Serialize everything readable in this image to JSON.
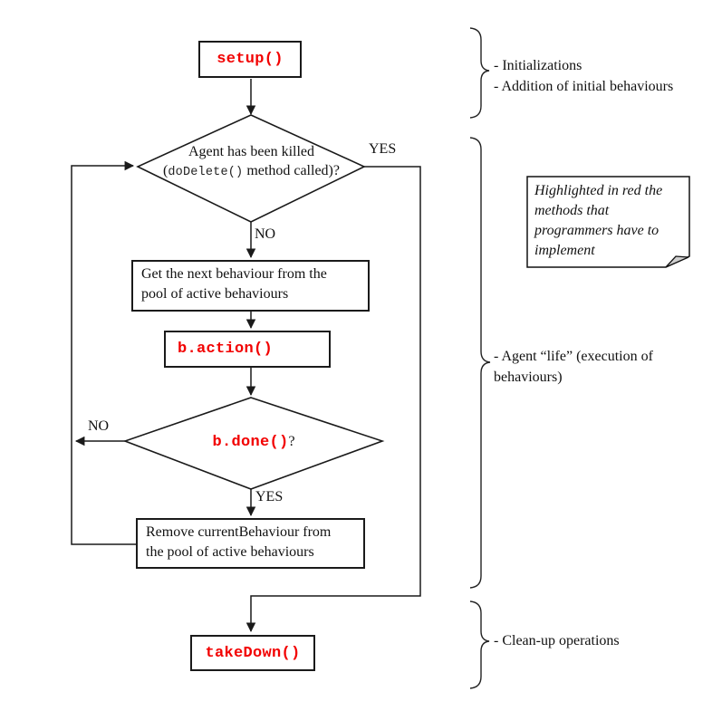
{
  "flowchart": {
    "nodes": {
      "setup": {
        "label": "setup()"
      },
      "killed_check": {
        "line1": "Agent has been killed",
        "open_paren": "(",
        "code": "doDelete()",
        "rest": " method called)?"
      },
      "get_behaviour": {
        "line1": "Get the next behaviour from the",
        "line2": "pool of active behaviours"
      },
      "b_action": {
        "label": "b.action()"
      },
      "b_done": {
        "code": "b.done()",
        "question": "?"
      },
      "remove_behaviour": {
        "line1": "Remove currentBehaviour from",
        "line2": "the pool of active behaviours"
      },
      "takedown": {
        "label": "takeDown()"
      }
    },
    "labels": {
      "yes_right": "YES",
      "no_down": "NO",
      "no_left": "NO",
      "yes_down": "YES"
    }
  },
  "annotations": {
    "init": {
      "line1": "- Initializations",
      "line2": "- Addition of initial behaviours"
    },
    "note": {
      "line1": "Highlighted in red the",
      "line2": "methods that",
      "line3": "programmers have to",
      "line4": "implement"
    },
    "life": {
      "line1": "- Agent “life” (execution of",
      "line2": "behaviours)"
    },
    "cleanup": {
      "label": "- Clean-up operations"
    }
  },
  "colors": {
    "method_red": "#f20000",
    "stroke": "#1a1a1a",
    "fold_gray": "#cfcfcf"
  }
}
